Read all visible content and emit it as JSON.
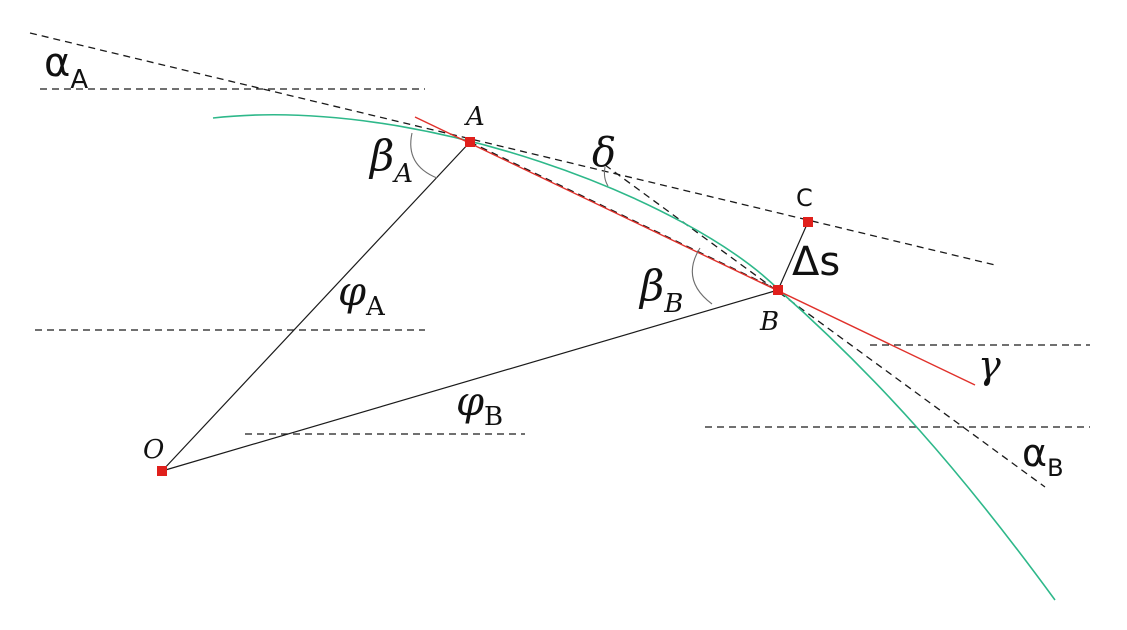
{
  "colors": {
    "curve": "#2eb88a",
    "chord": "#e0312b",
    "point": "#e0201c",
    "line": "#1a1a1a"
  },
  "labels": {
    "alpha_a": {
      "main": "α",
      "sub": "A"
    },
    "alpha_b": {
      "main": "α",
      "sub": "B"
    },
    "beta_a": {
      "main": "β",
      "sub": "A"
    },
    "beta_b": {
      "main": "β",
      "sub": "B"
    },
    "phi_a": {
      "main": "φ",
      "sub": "A"
    },
    "phi_b": {
      "main": "φ",
      "sub": "B"
    },
    "delta": "δ",
    "gamma": "γ",
    "delta_s": "Δs",
    "point_a": "A",
    "point_b": "B",
    "point_c": "C",
    "point_o": "O"
  }
}
